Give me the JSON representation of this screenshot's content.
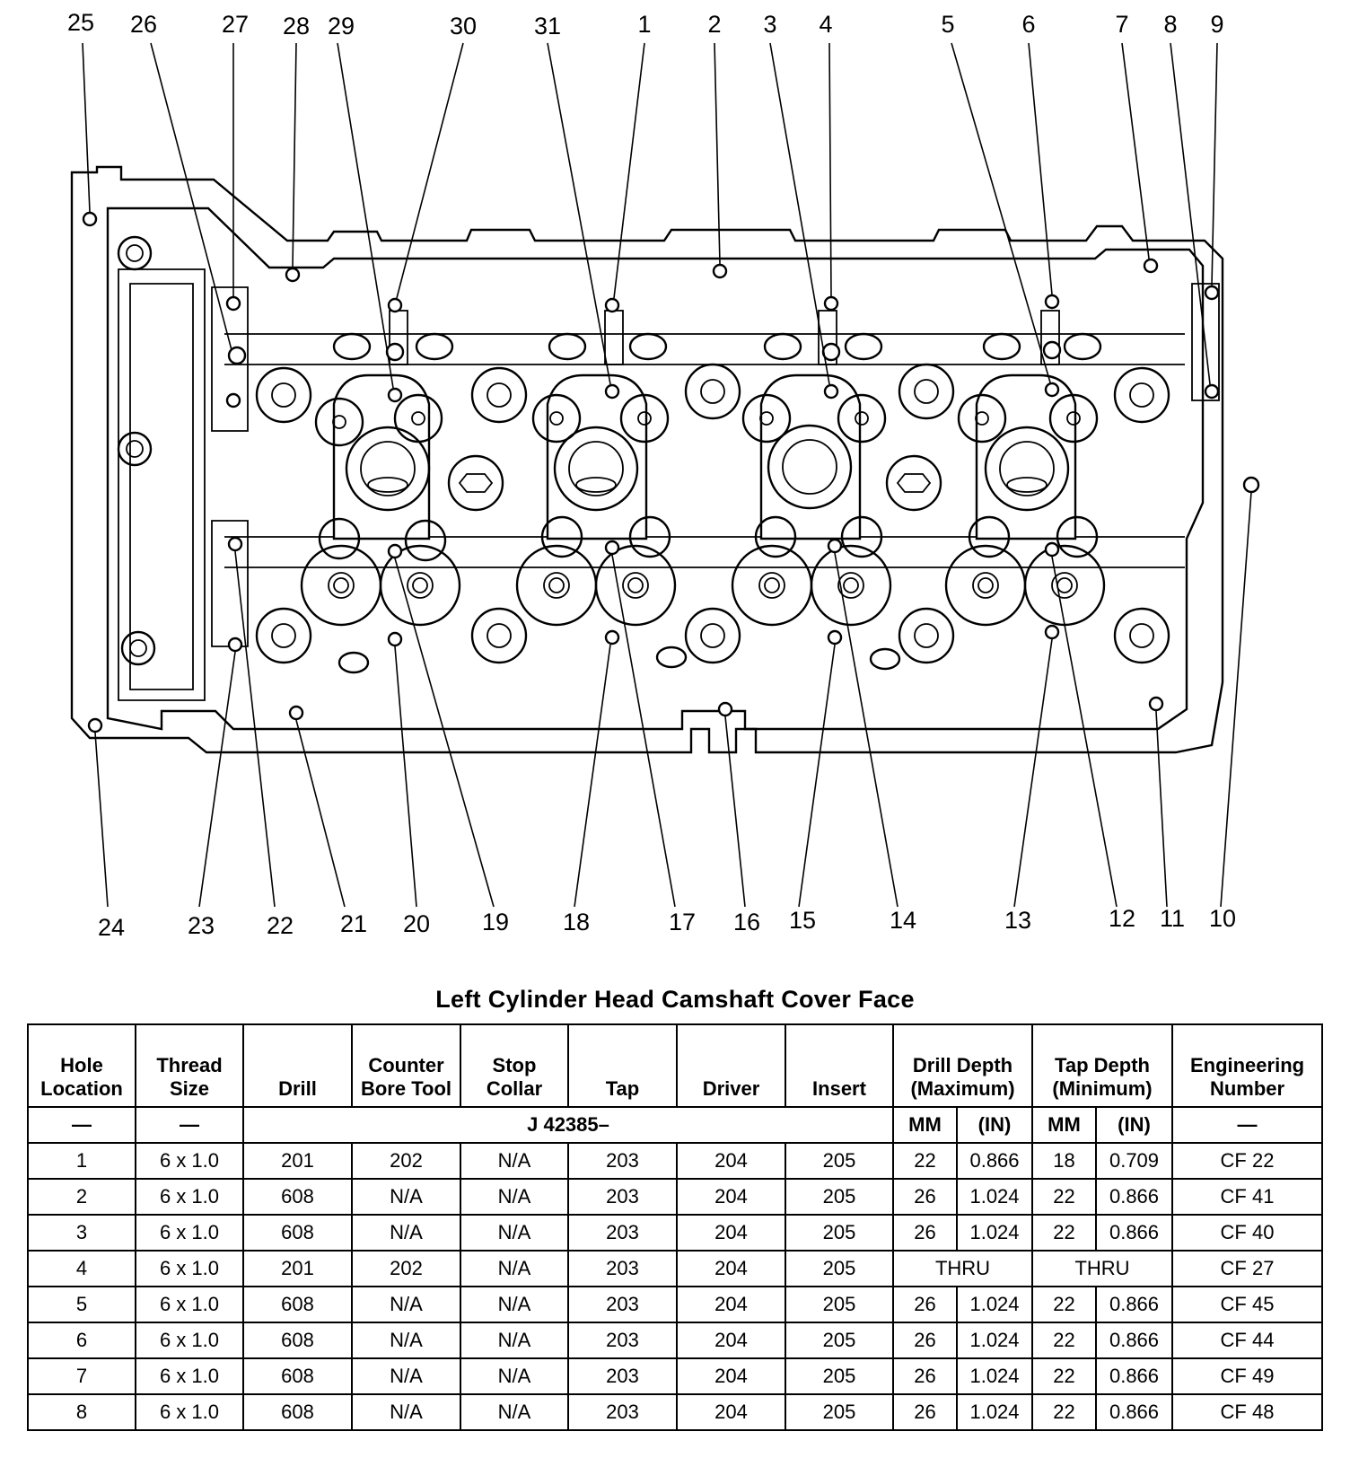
{
  "callouts": {
    "top": [
      "25",
      "26",
      "27",
      "28",
      "29",
      "30",
      "31",
      "1",
      "2",
      "3",
      "4",
      "5",
      "6",
      "7",
      "8",
      "9"
    ],
    "bottom": [
      "24",
      "23",
      "22",
      "21",
      "20",
      "19",
      "18",
      "17",
      "16",
      "15",
      "14",
      "13",
      "12",
      "11",
      "10"
    ]
  },
  "table": {
    "title": "Left Cylinder Head Camshaft Cover Face",
    "headers": {
      "hole_location": "Hole Location",
      "thread_size": "Thread Size",
      "drill": "Drill",
      "counter_bore_tool": "Counter Bore Tool",
      "stop_collar": "Stop Collar",
      "tap": "Tap",
      "driver": "Driver",
      "insert": "Insert",
      "drill_depth": "Drill Depth (Maximum)",
      "tap_depth": "Tap Depth (Minimum)",
      "engineering_number": "Engineering Number"
    },
    "subheader": {
      "hole": "—",
      "thread": "—",
      "tool_kit": "J 42385–",
      "mm": "MM",
      "in": "(IN)",
      "eng": "—"
    },
    "rows": [
      {
        "hole": "1",
        "thread": "6 x 1.0",
        "drill": "201",
        "cbore": "202",
        "collar": "N/A",
        "tap": "203",
        "driver": "204",
        "insert": "205",
        "dd_mm": "22",
        "dd_in": "0.866",
        "td_mm": "18",
        "td_in": "0.709",
        "eng": "CF 22"
      },
      {
        "hole": "2",
        "thread": "6 x 1.0",
        "drill": "608",
        "cbore": "N/A",
        "collar": "N/A",
        "tap": "203",
        "driver": "204",
        "insert": "205",
        "dd_mm": "26",
        "dd_in": "1.024",
        "td_mm": "22",
        "td_in": "0.866",
        "eng": "CF 41"
      },
      {
        "hole": "3",
        "thread": "6 x 1.0",
        "drill": "608",
        "cbore": "N/A",
        "collar": "N/A",
        "tap": "203",
        "driver": "204",
        "insert": "205",
        "dd_mm": "26",
        "dd_in": "1.024",
        "td_mm": "22",
        "td_in": "0.866",
        "eng": "CF 40"
      },
      {
        "hole": "4",
        "thread": "6 x 1.0",
        "drill": "201",
        "cbore": "202",
        "collar": "N/A",
        "tap": "203",
        "driver": "204",
        "insert": "205",
        "dd_thru": "THRU",
        "td_thru": "THRU",
        "eng": "CF 27"
      },
      {
        "hole": "5",
        "thread": "6 x 1.0",
        "drill": "608",
        "cbore": "N/A",
        "collar": "N/A",
        "tap": "203",
        "driver": "204",
        "insert": "205",
        "dd_mm": "26",
        "dd_in": "1.024",
        "td_mm": "22",
        "td_in": "0.866",
        "eng": "CF 45"
      },
      {
        "hole": "6",
        "thread": "6 x 1.0",
        "drill": "608",
        "cbore": "N/A",
        "collar": "N/A",
        "tap": "203",
        "driver": "204",
        "insert": "205",
        "dd_mm": "26",
        "dd_in": "1.024",
        "td_mm": "22",
        "td_in": "0.866",
        "eng": "CF 44"
      },
      {
        "hole": "7",
        "thread": "6 x 1.0",
        "drill": "608",
        "cbore": "N/A",
        "collar": "N/A",
        "tap": "203",
        "driver": "204",
        "insert": "205",
        "dd_mm": "26",
        "dd_in": "1.024",
        "td_mm": "22",
        "td_in": "0.866",
        "eng": "CF 49"
      },
      {
        "hole": "8",
        "thread": "6 x 1.0",
        "drill": "608",
        "cbore": "N/A",
        "collar": "N/A",
        "tap": "203",
        "driver": "204",
        "insert": "205",
        "dd_mm": "26",
        "dd_in": "1.024",
        "td_mm": "22",
        "td_in": "0.866",
        "eng": "CF 48"
      }
    ]
  }
}
